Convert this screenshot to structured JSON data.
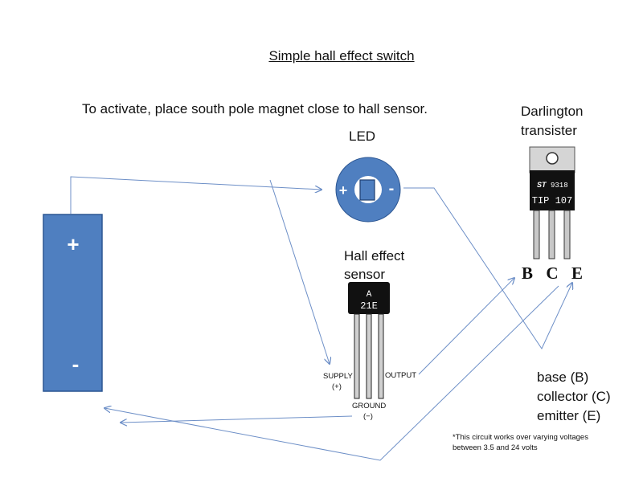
{
  "title": "Simple hall effect switch",
  "instruction": "To activate, place south pole magnet close to hall sensor.",
  "battery": {
    "plus": "+",
    "minus": "-"
  },
  "led": {
    "label": "LED",
    "plus": "+",
    "minus": "-"
  },
  "darlington": {
    "label_line1": "Darlington",
    "label_line2": "transister",
    "marking_logo": "ST",
    "marking_code": "9318",
    "part_number": "TIP 107",
    "pins": [
      "B",
      "C",
      "E"
    ]
  },
  "hall_sensor": {
    "label_line1": "Hall effect",
    "label_line2": "sensor",
    "marking_top": "A",
    "marking_bottom": "21E",
    "supply_label": "SUPPLY",
    "supply_sign": "(+)",
    "output_label": "OUTPUT",
    "ground_label": "GROUND",
    "ground_sign": "(−)"
  },
  "legend": [
    "base (B)",
    "collector (C)",
    "emitter (E)"
  ],
  "note_line1": "*This circuit works over varying voltages",
  "note_line2": "between 3.5 and 24 volts",
  "colors": {
    "battery_fill": "#4f7fc0",
    "battery_stroke": "#2c5692",
    "wire": "#6d8fc7",
    "led_ring": "#4f7fc0",
    "transistor_body": "#111111",
    "tab_metal": "#d5d5d5"
  }
}
